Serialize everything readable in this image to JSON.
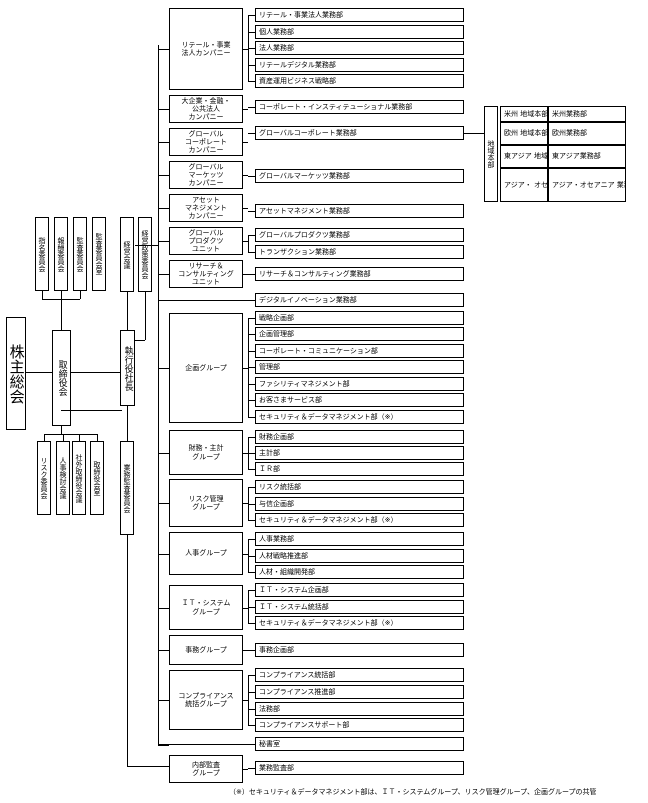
{
  "shareholders": "株主総会",
  "board": "取締役会",
  "ceo": "執行役社長",
  "board_committees_top": [
    "指名委員会",
    "報酬委員会",
    "監査委員会"
  ],
  "audit_office": "監査委員会室",
  "board_committees_bottom": [
    "リスク委員会",
    "人事検討会議",
    "社外取締役会議",
    "取締役会室"
  ],
  "management_meetings": [
    "経営会議",
    "経営政策委員会"
  ],
  "business_audit_committee": "業務監査委員会",
  "groups": [
    {
      "name": "リテール・事業\n法人カンパニー",
      "depts": [
        "リテール・事業法人業務部",
        "個人業務部",
        "法人業務部",
        "リテールデジタル業務部",
        "資産運用ビジネス戦略部"
      ]
    },
    {
      "name": "大企業・金融・\n公共法人\nカンパニー",
      "depts": [
        "コーポレート・インスティテューショナル業務部"
      ]
    },
    {
      "name": "グローバル\nコーポレート\nカンパニー",
      "depts": [
        "グローバルコーポレート業務部"
      ]
    },
    {
      "name": "グローバル\nマーケッツ\nカンパニー",
      "depts": [
        "グローバルマーケッツ業務部"
      ]
    },
    {
      "name": "アセット\nマネジメント\nカンパニー",
      "depts": [
        "アセットマネジメント業務部"
      ]
    },
    {
      "name": "グローバル\nプロダクツ\nユニット",
      "depts": [
        "グローバルプロダクツ業務部",
        "トランザクション業務部"
      ]
    },
    {
      "name": "リサーチ＆\nコンサルティング\nユニット",
      "depts": [
        "リサーチ＆コンサルティング業務部"
      ]
    },
    {
      "name": "",
      "depts": [
        "デジタルイノベーション業務部"
      ]
    },
    {
      "name": "企画グループ",
      "depts": [
        "戦略企画部",
        "企画管理部",
        "コーポレート・コミュニケーション部",
        "管理部",
        "ファシリティマネジメント部",
        "お客さまサービス部",
        "セキュリティ＆データマネジメント部（※）"
      ]
    },
    {
      "name": "財務・主計\nグループ",
      "depts": [
        "財務企画部",
        "主計部",
        "ＩＲ部"
      ]
    },
    {
      "name": "リスク管理\nグループ",
      "depts": [
        "リスク統括部",
        "与信企画部",
        "セキュリティ＆データマネジメント部（※）"
      ]
    },
    {
      "name": "人事グループ",
      "depts": [
        "人事業務部",
        "人材戦略推進部",
        "人材・組織開発部"
      ]
    },
    {
      "name": "ＩＴ・システム\nグループ",
      "depts": [
        "ＩＴ・システム企画部",
        "ＩＴ・システム統括部",
        "セキュリティ＆データマネジメント部（※）"
      ]
    },
    {
      "name": "事務グループ",
      "depts": [
        "事務企画部"
      ]
    },
    {
      "name": "コンプライアンス\n統括グループ",
      "depts": [
        "コンプライアンス統括部",
        "コンプライアンス推進部",
        "法務部",
        "コンプライアンスサポート部"
      ]
    },
    {
      "name": "",
      "depts": [
        "秘書室"
      ]
    },
    {
      "name": "内部監査\nグループ",
      "depts": [
        "業務監査部"
      ]
    }
  ],
  "regional": {
    "label": "地域本部",
    "rows": [
      {
        "name": "米州\n地域本部",
        "dept": "米州業務部"
      },
      {
        "name": "欧州\n地域本部",
        "dept": "欧州業務部"
      },
      {
        "name": "東アジア\n地域本部",
        "dept": "東アジア業務部"
      },
      {
        "name": "アジア・\nオセアニア\n地域本部",
        "dept": "アジア・オセアニア\n業務部"
      }
    ]
  },
  "footnote": "（※）セキュリティ＆データマネジメント部は、ＩＴ・システムグループ、リスク管理グループ、企画グループの共管"
}
